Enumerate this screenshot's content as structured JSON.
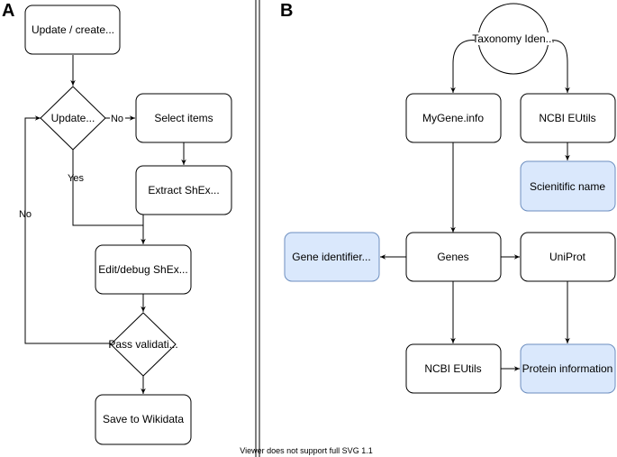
{
  "panels": {
    "a_label": "A",
    "b_label": "B"
  },
  "panel_a": {
    "update_create": "Update / create...",
    "update_decision": "Update...",
    "select_items": "Select items",
    "extract_shex": "Extract ShEx...",
    "edit_debug_shex": "Edit/debug ShEx...",
    "pass_validation": "Pass validati...",
    "save_wikidata": "Save to  Wikidata",
    "edge_no_1": "No",
    "edge_yes": "Yes",
    "edge_no_2": "No"
  },
  "panel_b": {
    "taxonomy": "Taxonomy Iden...",
    "mygene": "MyGene.info",
    "ncbi_eutils_top": "NCBI EUtils",
    "scientific_name": "Scienitific name",
    "gene_identifier": "Gene identifier...",
    "genes": "Genes",
    "uniprot": "UniProt",
    "ncbi_eutils_bottom": "NCBI EUtils",
    "protein_information": "Protein information"
  },
  "footer": "Viewer does not support full SVG 1.1",
  "colors": {
    "highlight_fill": "#dae8fc",
    "highlight_stroke": "#6c8ebf"
  }
}
